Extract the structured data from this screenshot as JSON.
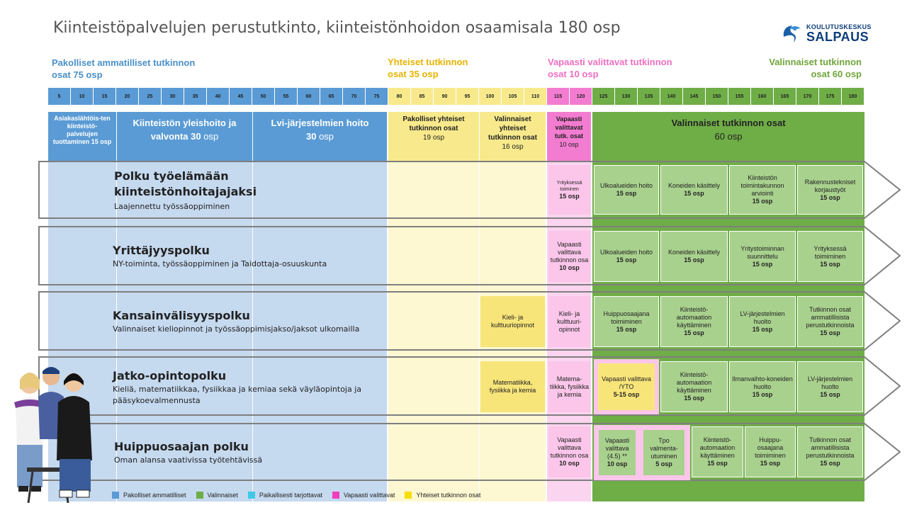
{
  "title": "Kiinteistöpalvelujen perustutkinto, kiinteistönhoidon osaamisala 180 osp",
  "logo": {
    "small": "KOULUTUSKESKUS",
    "big": "SALPAUS"
  },
  "categories": {
    "blue": [
      "Pakolliset ammatilliset tutkinnon",
      "osat 75 osp"
    ],
    "yellow": [
      "Yhteiset tutkinnon",
      "osat 35 osp"
    ],
    "pink": [
      "Vapaasti valittavat tutkinnon",
      "osat 10 osp"
    ],
    "green": [
      "Valinnaiset tutkinnon",
      "osat 60 osp"
    ]
  },
  "scale": [
    "5",
    "10",
    "15",
    "20",
    "25",
    "30",
    "35",
    "40",
    "45",
    "50",
    "55",
    "60",
    "65",
    "70",
    "75",
    "80",
    "85",
    "90",
    "95",
    "100",
    "105",
    "110",
    "115",
    "120",
    "125",
    "130",
    "135",
    "140",
    "145",
    "150",
    "155",
    "160",
    "165",
    "170",
    "175",
    "180"
  ],
  "colors": {
    "blue": "#5a9bd5",
    "lightblue": "#c5d9ef",
    "yellow": "#f8ea8c",
    "lightyellow": "#fdf7d2",
    "pink": "#f27cd0",
    "lightpink": "#fbd4f0",
    "green": "#6fad47",
    "lightgreen": "#a9d18e"
  },
  "headers": {
    "h1": "Asiakaslähtöis-ten kiinteistö-palvelujen tuottaminen 15 osp",
    "h2a": "Kiinteistön yleishoito ja",
    "h2b": "valvonta",
    "h2c": "30",
    "h2d": "osp",
    "h3a": "Lvi-järjestelmien hoito",
    "h3b": "30",
    "h3c": "osp",
    "h4a": "Pakolliset yhteiset tutkinnon osat",
    "h4b": "19 osp",
    "h5a": "Valinnaiset yhteiset tutkinnon osat",
    "h5b": "16 osp",
    "h6a": "Vapaasti valittavat tutk. osat",
    "h6b": "10 osp",
    "h7a": "Valinnaiset tutkinnon osat",
    "h7b": "60 osp"
  },
  "rows": [
    {
      "title1": "Polku työelämään",
      "title2": "kiinteistönhoitajajaksi",
      "sub": "Laajennettu työssäoppiminen",
      "pink": {
        "text": "Yrityksessä toiminen",
        "osp": "15 osp"
      },
      "green": [
        {
          "text": "Ulkoalueiden hoito",
          "osp": "15 osp"
        },
        {
          "text": "Koneiden käsittely",
          "osp": "15 osp"
        },
        {
          "text": "Kiinteistön toimintakunnon arviointi",
          "osp": "15 osp"
        },
        {
          "text": "Rakennustekniset korjaustyöt",
          "osp": "15 osp"
        }
      ]
    },
    {
      "title1": "Yrittäjyyspolku",
      "sub": "NY-toiminta, työssäoppiminen ja Taidottaja-osuuskunta",
      "pink": {
        "text": "Vapaasti valittava tutkinnon osa",
        "osp": "10 osp"
      },
      "green": [
        {
          "text": "Ulkoalueiden hoito",
          "osp": "15 osp"
        },
        {
          "text": "Koneiden käsittely",
          "osp": "15 osp"
        },
        {
          "text": "Yritystoiminnan suunnittelu",
          "osp": "15 osp"
        },
        {
          "text": "Yrityksessä toimiminen",
          "osp": "15 osp"
        }
      ]
    },
    {
      "title1": "Kansainvälisyyspolku",
      "sub": "Valinnaiset kieliopinnot ja työssäoppimisjakso/jaksot ulkomailla",
      "yellow": {
        "text": "Kieli- ja kulttuuriopinnot"
      },
      "pink": {
        "text": "Kieli- ja kulttuuri-opinnot"
      },
      "green": [
        {
          "text": "Huippuosaajana toimiminen",
          "osp": "15 osp"
        },
        {
          "text": "Kiinteistö-automaation käyttäminen",
          "osp": "15 osp"
        },
        {
          "text": "LV-järjestelmien huolto",
          "osp": "15 osp"
        },
        {
          "text": "Tutkinnon osat ammatillisista perustutkinnoista",
          "osp": "15 osp"
        }
      ]
    },
    {
      "title1": "Jatko-opintopolku",
      "sub": "Kieliä, matematiikkaa, fysiikkaa ja kemiaa sekä väyläopintoja ja pääsykoevalmennusta",
      "yellow": {
        "text": "Matematiikka, fysiikka ja kemia"
      },
      "pink": {
        "text": "Matema-tiikka, fysiikka ja kemia"
      },
      "yto": {
        "text": "Vapaasti valittava /YTO",
        "osp": "5-15 osp"
      },
      "green": [
        {
          "text": "Kiinteistö-automaation käyttäminen",
          "osp": "15 osp"
        },
        {
          "text": "Ilmanvaihto-koneiden huolto",
          "osp": "15 osp"
        },
        {
          "text": "LV-järjestelmien huolto",
          "osp": "15 osp"
        }
      ]
    },
    {
      "title1": "Huippuosaajan polku",
      "sub": "Oman alansa vaativissa työtehtävissä",
      "pink": {
        "text": "Vapaasti valittava tutkinnon osa",
        "osp": "10 osp"
      },
      "inner": [
        {
          "text": "Vapaasti valittava (4.5) **",
          "osp": "10 osp"
        },
        {
          "text": "Tpo valmenta-utuminen",
          "osp": "5 osp"
        }
      ],
      "green": [
        {
          "text": "Kiinteistö-automaation käyttäminen",
          "osp": "15 osp"
        },
        {
          "text": "Huippu-osaajana toimiminen",
          "osp": "15 osp"
        },
        {
          "text": "Tutkinnon osat ammatillisista perustutkinnoista",
          "osp": "15 osp"
        }
      ]
    }
  ],
  "legend": [
    {
      "label": "Pakolliset ammatilliset",
      "color": "#5a9bd5"
    },
    {
      "label": "Valinnaiset",
      "color": "#6fad47"
    },
    {
      "label": "Paikallisesti tarjottavat",
      "color": "#3fc9e6"
    },
    {
      "label": "Vapaasti valittavat",
      "color": "#f03fbd"
    },
    {
      "label": "Yhteiset tutkinnon osat",
      "color": "#f5df00"
    }
  ]
}
